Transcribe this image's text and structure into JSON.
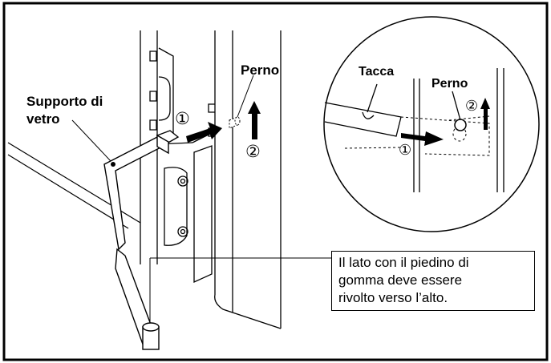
{
  "labels": {
    "supporto_line1": "Supporto di",
    "supporto_line2": "vetro",
    "perno_main": "Perno",
    "tacca": "Tacca",
    "perno_detail": "Perno",
    "step1": "①",
    "step2": "②"
  },
  "note": {
    "line1": "Il lato con il piedino di",
    "line2": "gomma deve essere",
    "line3": "rivolto verso l’alto."
  }
}
